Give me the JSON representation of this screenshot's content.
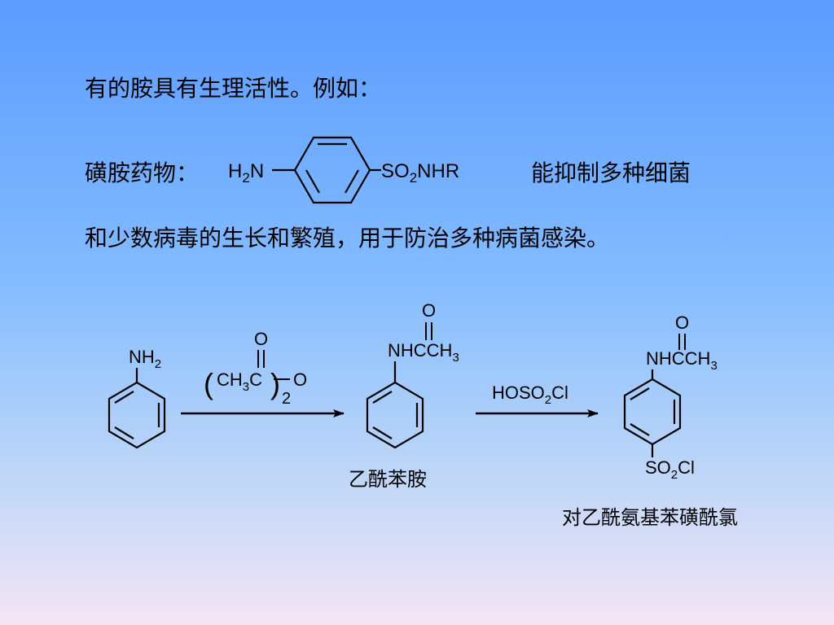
{
  "text": {
    "intro": "有的胺具有生理活性。例如：",
    "sulfa_label": "磺胺药物：",
    "sulfa_effect_1": "能抑制多种细菌",
    "sulfa_effect_2": "和少数病毒的生长和繁殖，用于防治多种病菌感染。"
  },
  "sulfonamide": {
    "left": "H2N",
    "right": "SO2NHR"
  },
  "reaction": {
    "aniline_group": "NH2",
    "reagent1_formula": "CH3C",
    "reagent1_o_top": "O",
    "reagent1_o_right": "O",
    "reagent1_subscript": "2",
    "acetanilide_o": "O",
    "acetanilide_group": "NHCCH3",
    "acetanilide_name": "乙酰苯胺",
    "reagent2": "HOSO2Cl",
    "product_o": "O",
    "product_top_group": "NHCCH3",
    "product_bottom_group": "SO2Cl",
    "product_name": "对乙酰氨基苯磺酰氯"
  }
}
